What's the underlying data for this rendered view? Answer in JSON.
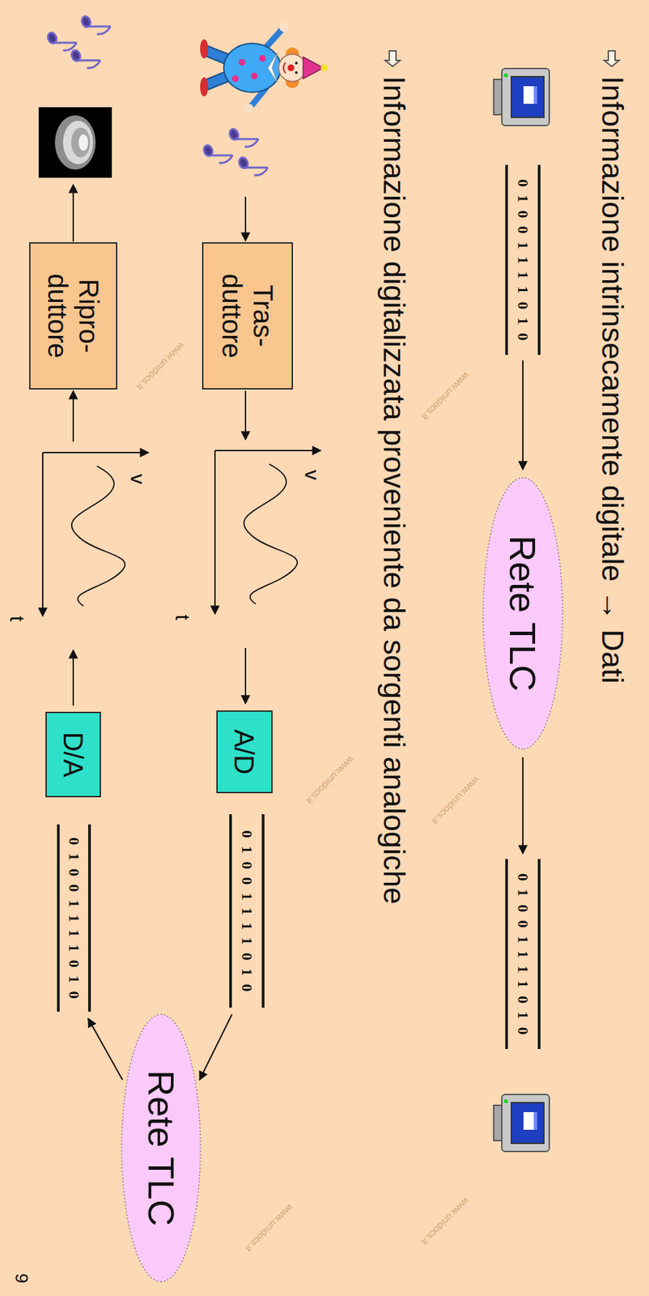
{
  "diagram": {
    "nodes": [
      {
        "text": [
          "01001111010"
        ]
      },
      {
        "text": [
          "Rete TLC"
        ]
      },
      {
        "text": [
          "01001111010"
        ]
      },
      {
        "text": [
          "Tras- duttore"
        ]
      },
      {
        "text": [
          "A/D"
        ]
      },
      {
        "text": [
          "01001111010"
        ]
      },
      {
        "text": [
          "Rete TLC"
        ]
      },
      {
        "text": [
          "Ripro- duttore"
        ]
      },
      {
        "text": [
          "D/A"
        ]
      },
      {
        "text": [
          "01001111010"
        ]
      }
    ],
    "edges": [
      {
        "from": 0,
        "to": 1,
        "arrow": "to"
      },
      {
        "from": 1,
        "to": 2,
        "arrow": "to"
      },
      {
        "from": 5,
        "to": 6,
        "arrow": "to"
      },
      {
        "from": 6,
        "to": 9,
        "arrow": "to"
      }
    ],
    "labels": [
      "Informazione intrinsecamente digitale → Dati",
      "Informazione digitalizzata proveniente da sorgenti analogiche",
      "v",
      "t",
      "v",
      "t",
      "9",
      "www.unidocs.it",
      "www.unidocs.it",
      "www.unidocs.it",
      "www.unidocs.it",
      "www.unidocs.it",
      "www.unidocs.it"
    ]
  }
}
